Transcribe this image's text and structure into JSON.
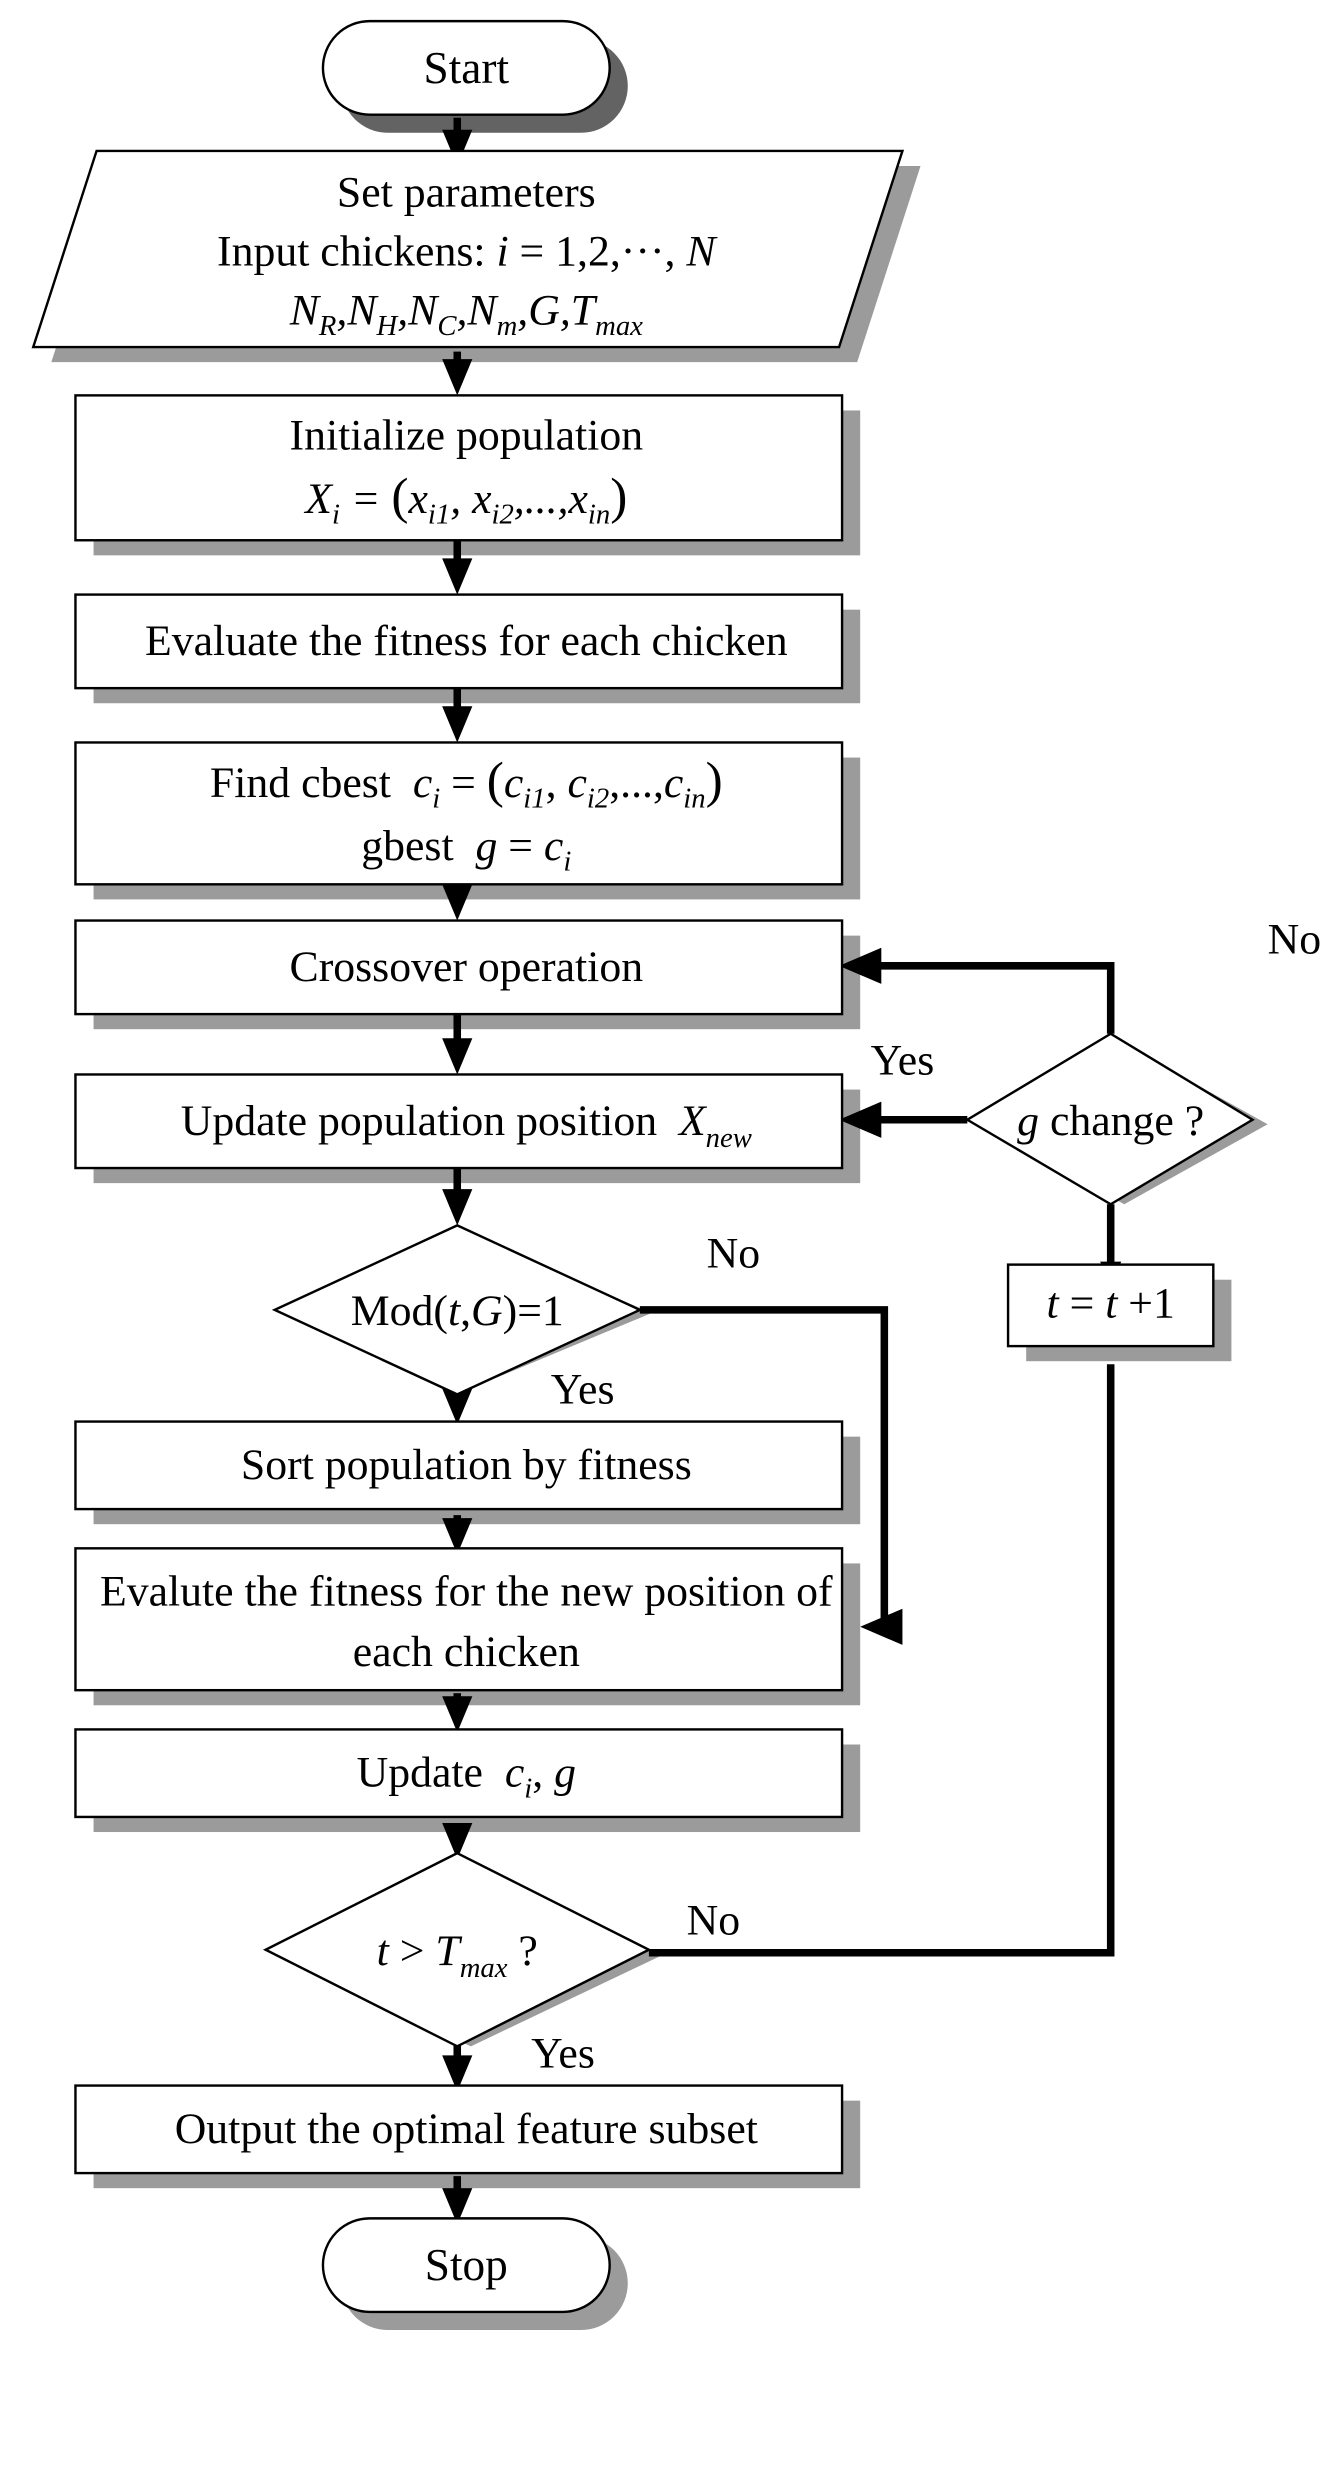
{
  "diagram": {
    "title": "Chicken Swarm Optimization feature selection flowchart",
    "colors": {
      "shape_fill": "#ffffff",
      "outline": "#000000",
      "shadow_light": "#9b9b9b",
      "shadow_dark": "#636363"
    },
    "nodes": {
      "start": {
        "type": "terminator",
        "label": "Start"
      },
      "set_parameters": {
        "type": "parallelogram",
        "lines": [
          "Set parameters",
          "Input chickens: i = 1,2,···, N",
          "N_R , N_H , N_C , N_m , G , T_max"
        ],
        "line1": "Set parameters",
        "line2_prefix": "Input chickens",
        "line2_colon": ":",
        "line2_var": "i",
        "line2_eq": "= 1,2,",
        "line2_dots": "···",
        "line2_comma": ",",
        "line2_N": "N",
        "line3_items": [
          "N_R",
          "N_H",
          "N_C",
          "N_m",
          "G",
          "T_max"
        ]
      },
      "initialize": {
        "type": "process",
        "line1": "Initialize population",
        "line2": "X_i = ( x_i1 , x_i2 , ... , x_in )"
      },
      "evaluate_fitness": {
        "type": "process",
        "label": "Evaluate the fitness for each chicken"
      },
      "find_cbest": {
        "type": "process",
        "line1_text": "Find cbest",
        "line1_math": "c_i = ( c_i1 , c_i2 , ... , c_in )",
        "line2_text": "gbest",
        "line2_math": "g = c_i"
      },
      "crossover": {
        "type": "process",
        "label": "Crossover operation"
      },
      "update_position": {
        "type": "process",
        "label_text": "Update population position",
        "label_math": "X_new"
      },
      "g_change": {
        "type": "decision",
        "label_math": "g",
        "label_text": "change ?"
      },
      "t_increment": {
        "type": "process",
        "label": "t = t +1"
      },
      "mod_check": {
        "type": "decision",
        "label": "Mod( t , G )=1"
      },
      "sort_population": {
        "type": "process",
        "label": "Sort population by fitness"
      },
      "evalute_new": {
        "type": "process",
        "line1": "Evalute the fitness for the new position of",
        "line2": "each chicken"
      },
      "update_cg": {
        "type": "process",
        "label_text": "Update",
        "label_math": "c_i , g"
      },
      "t_gt_tmax": {
        "type": "decision",
        "label": "t > T_max ?"
      },
      "output": {
        "type": "process",
        "label": "Output the optimal feature subset"
      },
      "stop": {
        "type": "terminator",
        "label": "Stop"
      }
    },
    "edge_labels": {
      "g_change_no": "No",
      "g_change_yes": "Yes",
      "mod_no": "No",
      "mod_yes": "Yes",
      "tmax_no": "No",
      "tmax_yes": "Yes"
    }
  }
}
